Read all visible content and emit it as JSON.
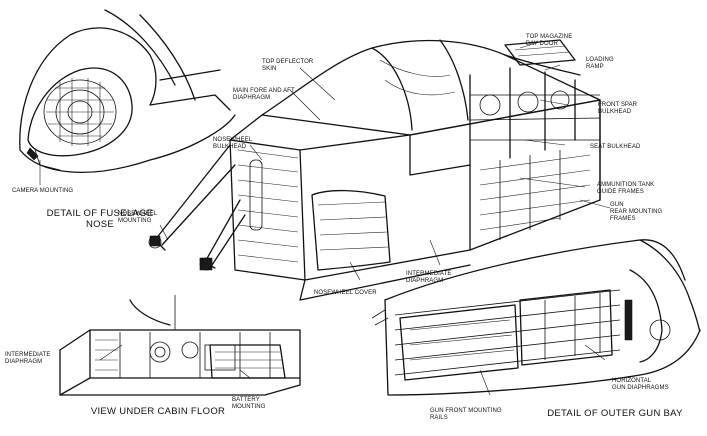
{
  "labels": {
    "camera_mounting": "CAMERA MOUNTING",
    "detail_fuselage_nose": "DETAIL OF FUSELAGE\nNOSE",
    "top_deflector_skin": "TOP DEFLECTOR\nSKIN",
    "main_fore_aft_diaphragm": "MAIN FORE AND AFT\nDIAPHRAGM",
    "nosewheel_bulkhead": "NOSEWHEEL\nBULKHEAD",
    "nosewheel_mounting": "NOSEWHEEL\nMOUNTING",
    "nosewheel_cover": "NOSEWHEEL COVER",
    "intermediate_diaphragm_main": "INTERMEDIATE\nDIAPHRAGM",
    "top_magazine_bay_door": "TOP MAGAZINE\nBAY DOOR",
    "loading_ramp": "LOADING\nRAMP",
    "front_spar_bulkhead": "FRONT SPAR\nBULKHEAD",
    "seat_bulkhead": "SEAT BULKHEAD",
    "ammunition_tank_guide_frames": "AMMUNITION TANK\nGUIDE FRAMES",
    "gun_rear_mounting_frames": "GUN\nREAR MOUNTING\nFRAMES",
    "intermediate_diaphragm_floor": "INTERMEDIATE\nDIAPHRAGM",
    "battery_mounting": "BATTERY\nMOUNTING",
    "view_under_cabin_floor": "VIEW UNDER CABIN FLOOR",
    "horizontal_gun_diaphragms": "HORIZONTAL\nGUN DIAPHRAGMS",
    "gun_front_mounting_rails": "GUN FRONT MOUNTING\nRAILS",
    "detail_outer_gun_bay": "DETAIL OF OUTER GUN BAY"
  }
}
